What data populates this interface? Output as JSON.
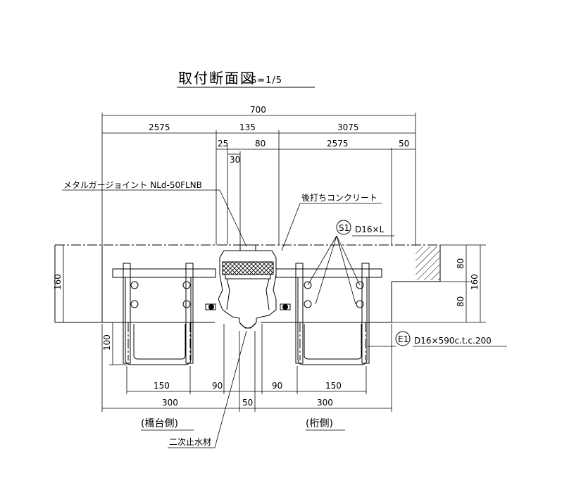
{
  "title": "取付断面図",
  "scale": "S=1/5",
  "dimensions": {
    "total_width": "700",
    "left_part": "2575",
    "joint_width": "135",
    "right_part": "3075",
    "joint_left": "25",
    "joint_right": "80",
    "joint_inner": "30",
    "right_inner": "2575",
    "right_edge": "50",
    "height_left": "160",
    "height_right": "160",
    "right_upper": "80",
    "right_lower": "80",
    "stirrup_height": "100",
    "stirrup_left": "150",
    "gap_left": "90",
    "gap_right": "90",
    "stirrup_right": "150",
    "bottom_left": "300",
    "bottom_center": "50",
    "bottom_right": "300"
  },
  "labels": {
    "joint_product": "メタルガージョイント NLd-50FLNB",
    "post_concrete": "後打ちコンクリート",
    "rebar_s1_tag": "S1",
    "rebar_s1_spec": "D16×L",
    "rebar_e1_tag": "E1",
    "rebar_e1_spec": "D16×590c.t.c.200",
    "abutment_side": "(橋台側)",
    "girder_side": "(桁側)",
    "secondary_waterstop": "二次止水材"
  }
}
